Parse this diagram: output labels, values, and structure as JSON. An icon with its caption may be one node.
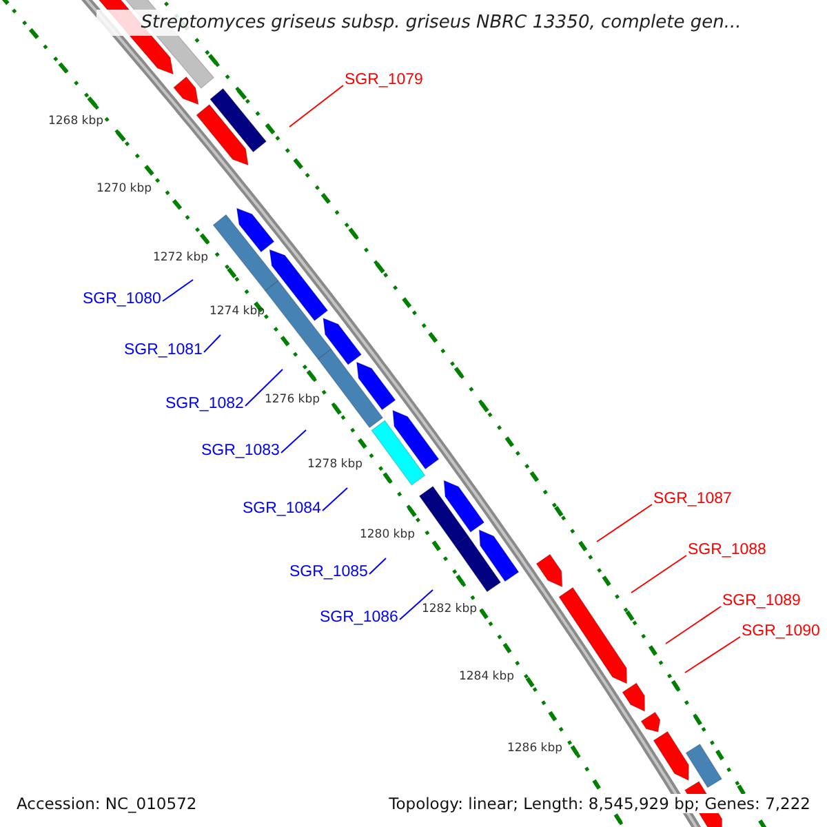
{
  "diagram": {
    "title": "Streptomyces griseus subsp. griseus NBRC 13350, complete gen...",
    "nodes": [
      {
        "text": [
          "SGR_1079"
        ]
      },
      {
        "text": [
          "SGR_1080"
        ]
      },
      {
        "text": [
          "SGR_1081"
        ]
      },
      {
        "text": [
          "SGR_1082"
        ]
      },
      {
        "text": [
          "SGR_1083"
        ]
      },
      {
        "text": [
          "SGR_1084"
        ]
      },
      {
        "text": [
          "SGR_1085"
        ]
      },
      {
        "text": [
          "SGR_1086"
        ]
      },
      {
        "text": [
          "SGR_1087"
        ]
      },
      {
        "text": [
          "SGR_1088"
        ]
      },
      {
        "text": [
          "SGR_1089"
        ]
      },
      {
        "text": [
          "SGR_1090"
        ]
      }
    ],
    "edges": [
      {
        "from": 0,
        "to": null,
        "arrow": "none",
        "color": "#ff0000"
      },
      {
        "from": 1,
        "to": null,
        "arrow": "none"
      },
      {
        "from": 2,
        "to": null,
        "arrow": "none"
      },
      {
        "from": 3,
        "to": null,
        "arrow": "none"
      },
      {
        "from": 4,
        "to": null,
        "arrow": "none"
      },
      {
        "from": 5,
        "to": null,
        "arrow": "none"
      },
      {
        "from": 6,
        "to": null,
        "arrow": "none"
      },
      {
        "from": 7,
        "to": null,
        "arrow": "none"
      },
      {
        "from": 8,
        "to": null,
        "arrow": "none",
        "color": "#ff0000"
      },
      {
        "from": 9,
        "to": null,
        "arrow": "none",
        "color": "#ff0000"
      },
      {
        "from": 10,
        "to": null,
        "arrow": "none",
        "color": "#ff0000"
      },
      {
        "from": 11,
        "to": null,
        "arrow": "none",
        "color": "#ff0000"
      }
    ],
    "labels": [
      "1268 kbp",
      "1270 kbp",
      "1272 kbp",
      "1274 kbp",
      "1276 kbp",
      "1278 kbp",
      "1280 kbp",
      "1282 kbp",
      "1284 kbp",
      "1286 kbp",
      "Accession: NC_010572",
      "Topology: linear; Length: 8,545,929 bp; Genes: 7,222"
    ]
  }
}
